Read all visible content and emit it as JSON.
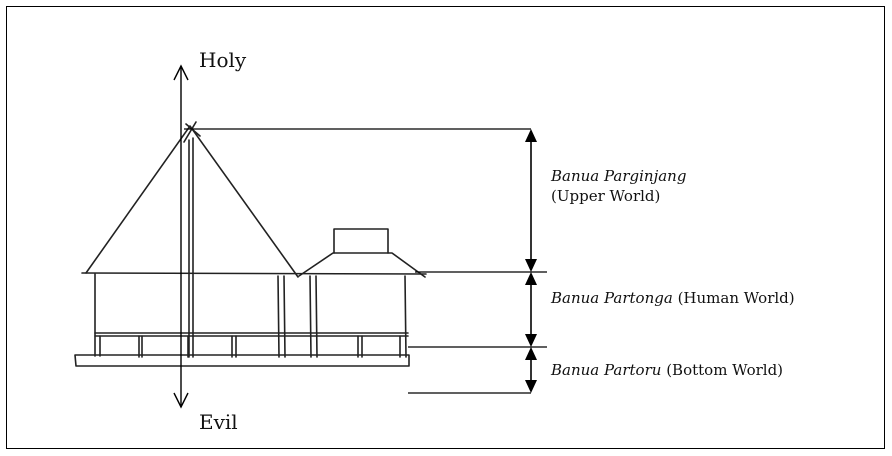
{
  "axis": {
    "top_label": "Holy",
    "bottom_label": "Evil"
  },
  "worlds": [
    {
      "name": "Banua Parginjang",
      "description": "(Upper World)"
    },
    {
      "name": "Banua Partonga",
      "description": "(Human World)"
    },
    {
      "name": "Banua Partoru",
      "description": "(Bottom World)"
    }
  ],
  "colors": {
    "ink": "#000000",
    "sketch": "#222222"
  }
}
